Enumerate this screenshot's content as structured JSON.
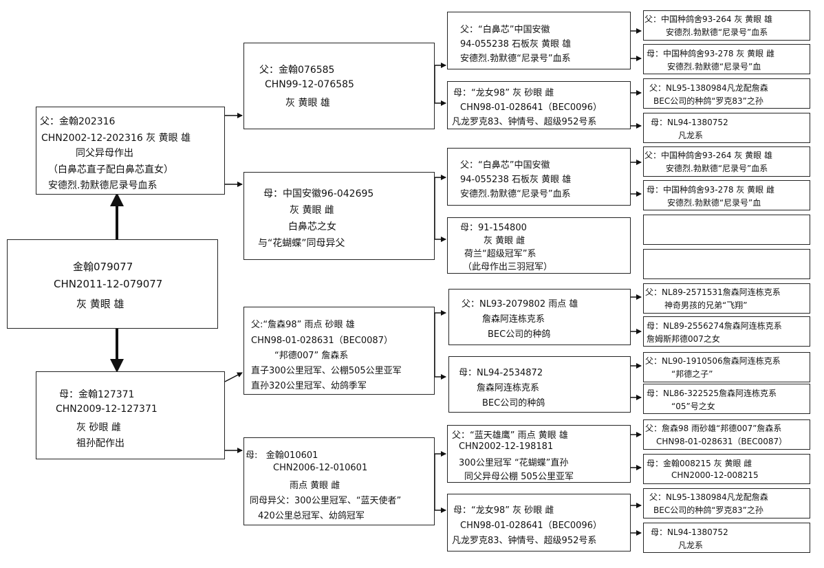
{
  "subject": {
    "lines": [
      "金翰079077",
      "CHN2011-12-079077",
      "灰 黄眼 雄"
    ]
  },
  "sire": {
    "lines": [
      "父：金翰202316",
      "CHN2002-12-202316 灰 黄眼 雄",
      "同父异母作出",
      "（白鼻芯直子配白鼻芯直女）",
      "安德烈.勃默德尼录号血系"
    ]
  },
  "dam": {
    "lines": [
      "母：金翰127371",
      "CHN2009-12-127371",
      "灰 砂眼 雌",
      "祖孙配作出"
    ]
  },
  "gen2": {
    "ss": [
      "父：金翰076585",
      "CHN99-12-076585",
      "灰 黄眼 雄"
    ],
    "sd": [
      "母：中国安徽96-042695",
      "灰 黄眼 雌",
      "白鼻芯之女",
      "与“花蝴蝶”同母异父"
    ],
    "ds": [
      "父:“詹森98” 雨点 砂眼 雄",
      "CHN98-01-028631（BEC0087）",
      "“邦德007” 詹森系",
      "直子300公里冠军、公棚505公里亚军",
      "直孙320公里冠军、幼鸽季军"
    ],
    "dd": [
      "母:   金翰010601",
      "CHN2006-12-010601",
      "雨点 黄眼 雌",
      "同母异父：300公里冠军、“蓝天使者”",
      "420公里总冠军、幼鸽冠军"
    ]
  },
  "gen3": {
    "sss": [
      "父：“白鼻芯”中国安徽",
      "94-055238 石板灰 黄眼 雄",
      "安德烈.勃默德“尼录号”血系"
    ],
    "ssd": [
      "母：“龙女98” 灰 砂眼 雌",
      "CHN98-01-028641（BEC0096）",
      "凡龙罗克83、钟情号、超级952号系"
    ],
    "sds": [
      "父：“白鼻芯”中国安徽",
      "94-055238 石板灰 黄眼 雄",
      "安德烈.勃默德“尼录号”血系"
    ],
    "sdd": [
      "母：91-154800",
      "灰 黄眼 雌",
      "荷兰“超级冠军”系",
      "（此母作出三羽冠军）"
    ],
    "dss": [
      "父：NL93-2079802 雨点 雄",
      "詹森阿连栋克系",
      "BEC公司的种鸽"
    ],
    "dsd": [
      "母：NL94-2534872",
      "詹森阿连栋克系",
      "BEC公司的种鸽"
    ],
    "dds": [
      "父：“蓝天雄鹰” 雨点 黄眼 雄",
      "CHN2002-12-198181",
      "300公里冠军 “花蝴蝶”直孙",
      "同父异母公棚 505公里亚军"
    ],
    "ddd": [
      "母：“龙女98” 灰 砂眼 雌",
      "CHN98-01-028641（BEC0096）",
      "凡龙罗克83、钟情号、超级952号系"
    ]
  },
  "gen4": {
    "g1": [
      "父：中国种鸽舍93-264 灰 黄眼 雄",
      "安德烈.勃默德“尼录号”血系"
    ],
    "g2": [
      "母：中国种鸽舍93-278 灰 黄眼 雌",
      "安德烈.勃默德“尼录号”血"
    ],
    "g3": [
      "父：NL95-1380984凡龙配詹森",
      "BEC公司的种鸽“罗克83”之孙"
    ],
    "g4": [
      "母：NL94-1380752",
      "凡龙系"
    ],
    "g5": [
      "父：中国种鸽舍93-264 灰 黄眼 雄",
      "安德烈.勃默德“尼录号”血系"
    ],
    "g6": [
      "母：中国种鸽舍93-278 灰 黄眼 雌",
      "安德烈.勃默德“尼录号”血"
    ],
    "g7": [],
    "g8": [],
    "g9": [
      "父：NL89-2571531詹森阿连栋克系",
      "神奇男孩的兄弟“飞翔”"
    ],
    "g10": [
      "母：NL89-2556274詹森阿连栋克系",
      "詹姆斯邦德007之女"
    ],
    "g11": [
      "父：NL90-1910506詹森阿连栋克系",
      "“邦德之子”"
    ],
    "g12": [
      "母：NL86-322525詹森阿连栋克系",
      "“05”号之女"
    ],
    "g13": [
      "父：詹森98 雨砂雄“邦德007”詹森系",
      "CHN98-01-028631（BEC0087）"
    ],
    "g14": [
      "母：金翰008215 灰 黄眼 雌",
      "CHN2000-12-008215"
    ],
    "g15": [
      "父：NL95-1380984凡龙配詹森",
      "BEC公司的种鸽“罗克83”之孙"
    ],
    "g16": [
      "母：NL94-1380752",
      "凡龙系"
    ]
  },
  "colors": {
    "border": "#222222",
    "text": "#111111",
    "background": "#ffffff"
  }
}
